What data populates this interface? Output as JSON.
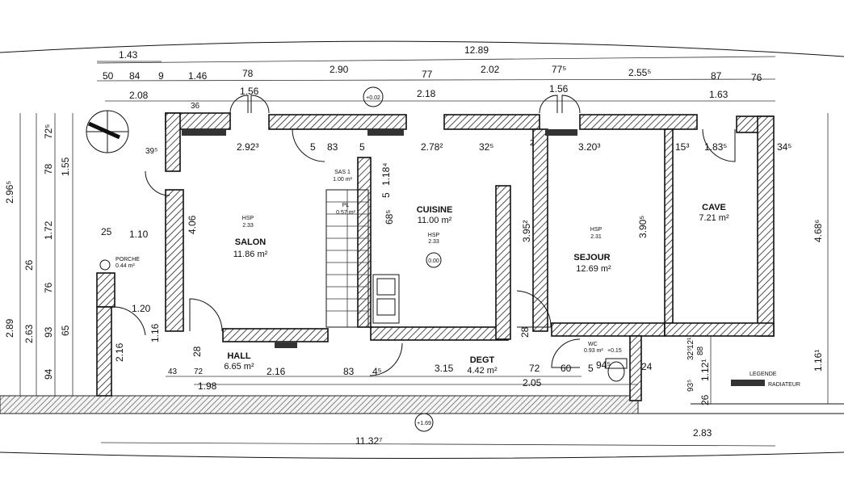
{
  "overall": {
    "length": "12.89",
    "right_extent": "2.83",
    "bottom_length": "11.32⁷"
  },
  "levels": {
    "top": "+0.02",
    "center": "0.00",
    "bottom": "+1.69"
  },
  "top_dims": {
    "row1": [
      "1.43"
    ],
    "row2": [
      "50",
      "84",
      "9",
      "1.46",
      "78",
      "2.90",
      "77",
      "2.02",
      "77⁵",
      "2.55⁵",
      "87",
      "76"
    ],
    "row3": [
      "2.08",
      "1.56",
      "2.18",
      "1.56",
      "1.63"
    ]
  },
  "interior_dims": [
    "36",
    "39⁵",
    "2.92³",
    "5",
    "83",
    "5",
    "2.78²",
    "32⁵",
    "2",
    "3.20³",
    "15³",
    "1.83⁵",
    "34⁵",
    "1.18⁴",
    "5",
    "68⁵",
    "4.06",
    "3.95²",
    "3.90⁵",
    "28",
    "1.16",
    "2.16",
    "1.20",
    "28"
  ],
  "bottom_dims": [
    "43",
    "72",
    "2.16",
    "83",
    "4⁵",
    "3.15",
    "72",
    "60",
    "5",
    "94⁵",
    "24",
    "1.98",
    "2.05"
  ],
  "left_dims": [
    "2.96⁵",
    "72⁵",
    "78",
    "1.55",
    "1.72",
    "26",
    "76",
    "2.89",
    "2.63",
    "93",
    "65",
    "94",
    "1.10",
    "25"
  ],
  "right_dims": [
    "4.68⁶",
    "1.16¹",
    "1.12¹",
    "93⁵",
    "26",
    "32⁵",
    "12¹",
    "88"
  ],
  "rooms": [
    {
      "name": "SALON",
      "area": "11.86 m²",
      "hsp_label": "HSP",
      "hsp": "2.33"
    },
    {
      "name": "CUISINE",
      "area": "11.00 m²",
      "hsp_label": "HSP",
      "hsp": "2.33"
    },
    {
      "name": "SEJOUR",
      "area": "12.69 m²",
      "hsp_label": "HSP",
      "hsp": "2.31"
    },
    {
      "name": "CAVE",
      "area": "7.21 m²"
    },
    {
      "name": "HALL",
      "area": "6.65 m²"
    },
    {
      "name": "DEGT",
      "area": "4.42 m²"
    },
    {
      "name": "SAS 1",
      "area": "1.00 m²"
    },
    {
      "name": "PL",
      "area": "0.57 m²"
    },
    {
      "name": "PORCHE",
      "area": "0.44 m²"
    },
    {
      "name": "WC",
      "area": "0.93 m²",
      "level": "+0.15"
    }
  ],
  "legend": {
    "title": "LEGENDE",
    "item": "RADIATEUR"
  }
}
